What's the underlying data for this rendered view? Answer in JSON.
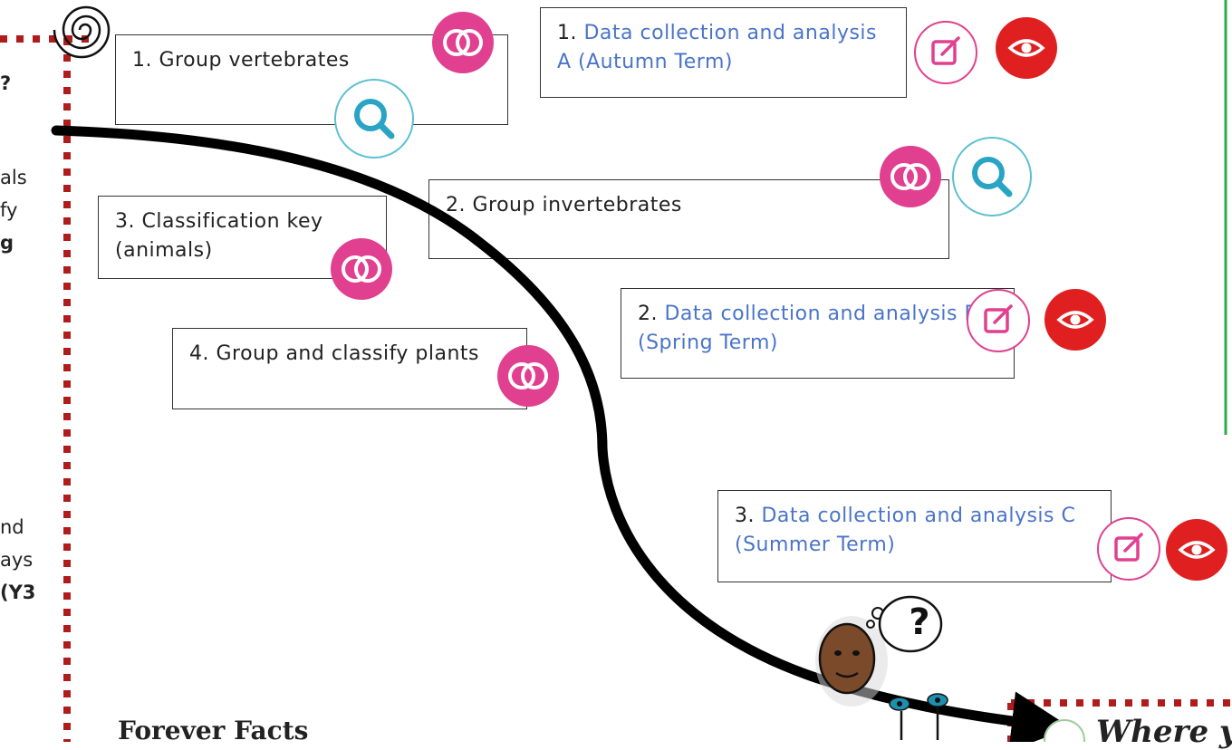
{
  "left_fragments": {
    "q": "?",
    "als": "als",
    "fy": "fy",
    "g": "g",
    "nd": "nd",
    "ays": "ays",
    "y3": "(Y3"
  },
  "boxes": {
    "b1_label": "1. Group vertebrates",
    "b2_label": "2. Group invertebrates",
    "b3_label": "3. Classification key (animals)",
    "b4_label": "4. Group and classify plants",
    "d1_num": "1. ",
    "d1_text": "Data collection and analysis A (Autumn Term)",
    "d2_num": "2. ",
    "d2_text": "Data collection and analysis B (Spring Term)",
    "d3_num": "3. ",
    "d3_text": "Data collection and analysis C (Summer Term)"
  },
  "bottom": {
    "forever_facts": "Forever Facts",
    "where": "Where y"
  },
  "question_mark": "?",
  "icons": {
    "venn": "venn-icon",
    "search": "search-icon",
    "edit": "edit-icon",
    "eye": "eye-icon"
  },
  "colors": {
    "pink": "#e0408f",
    "teal": "#5cc0d3",
    "red": "#e02020",
    "blue_text": "#4a74c9",
    "dotted": "#b01c1c",
    "green": "#2eaa4a"
  }
}
